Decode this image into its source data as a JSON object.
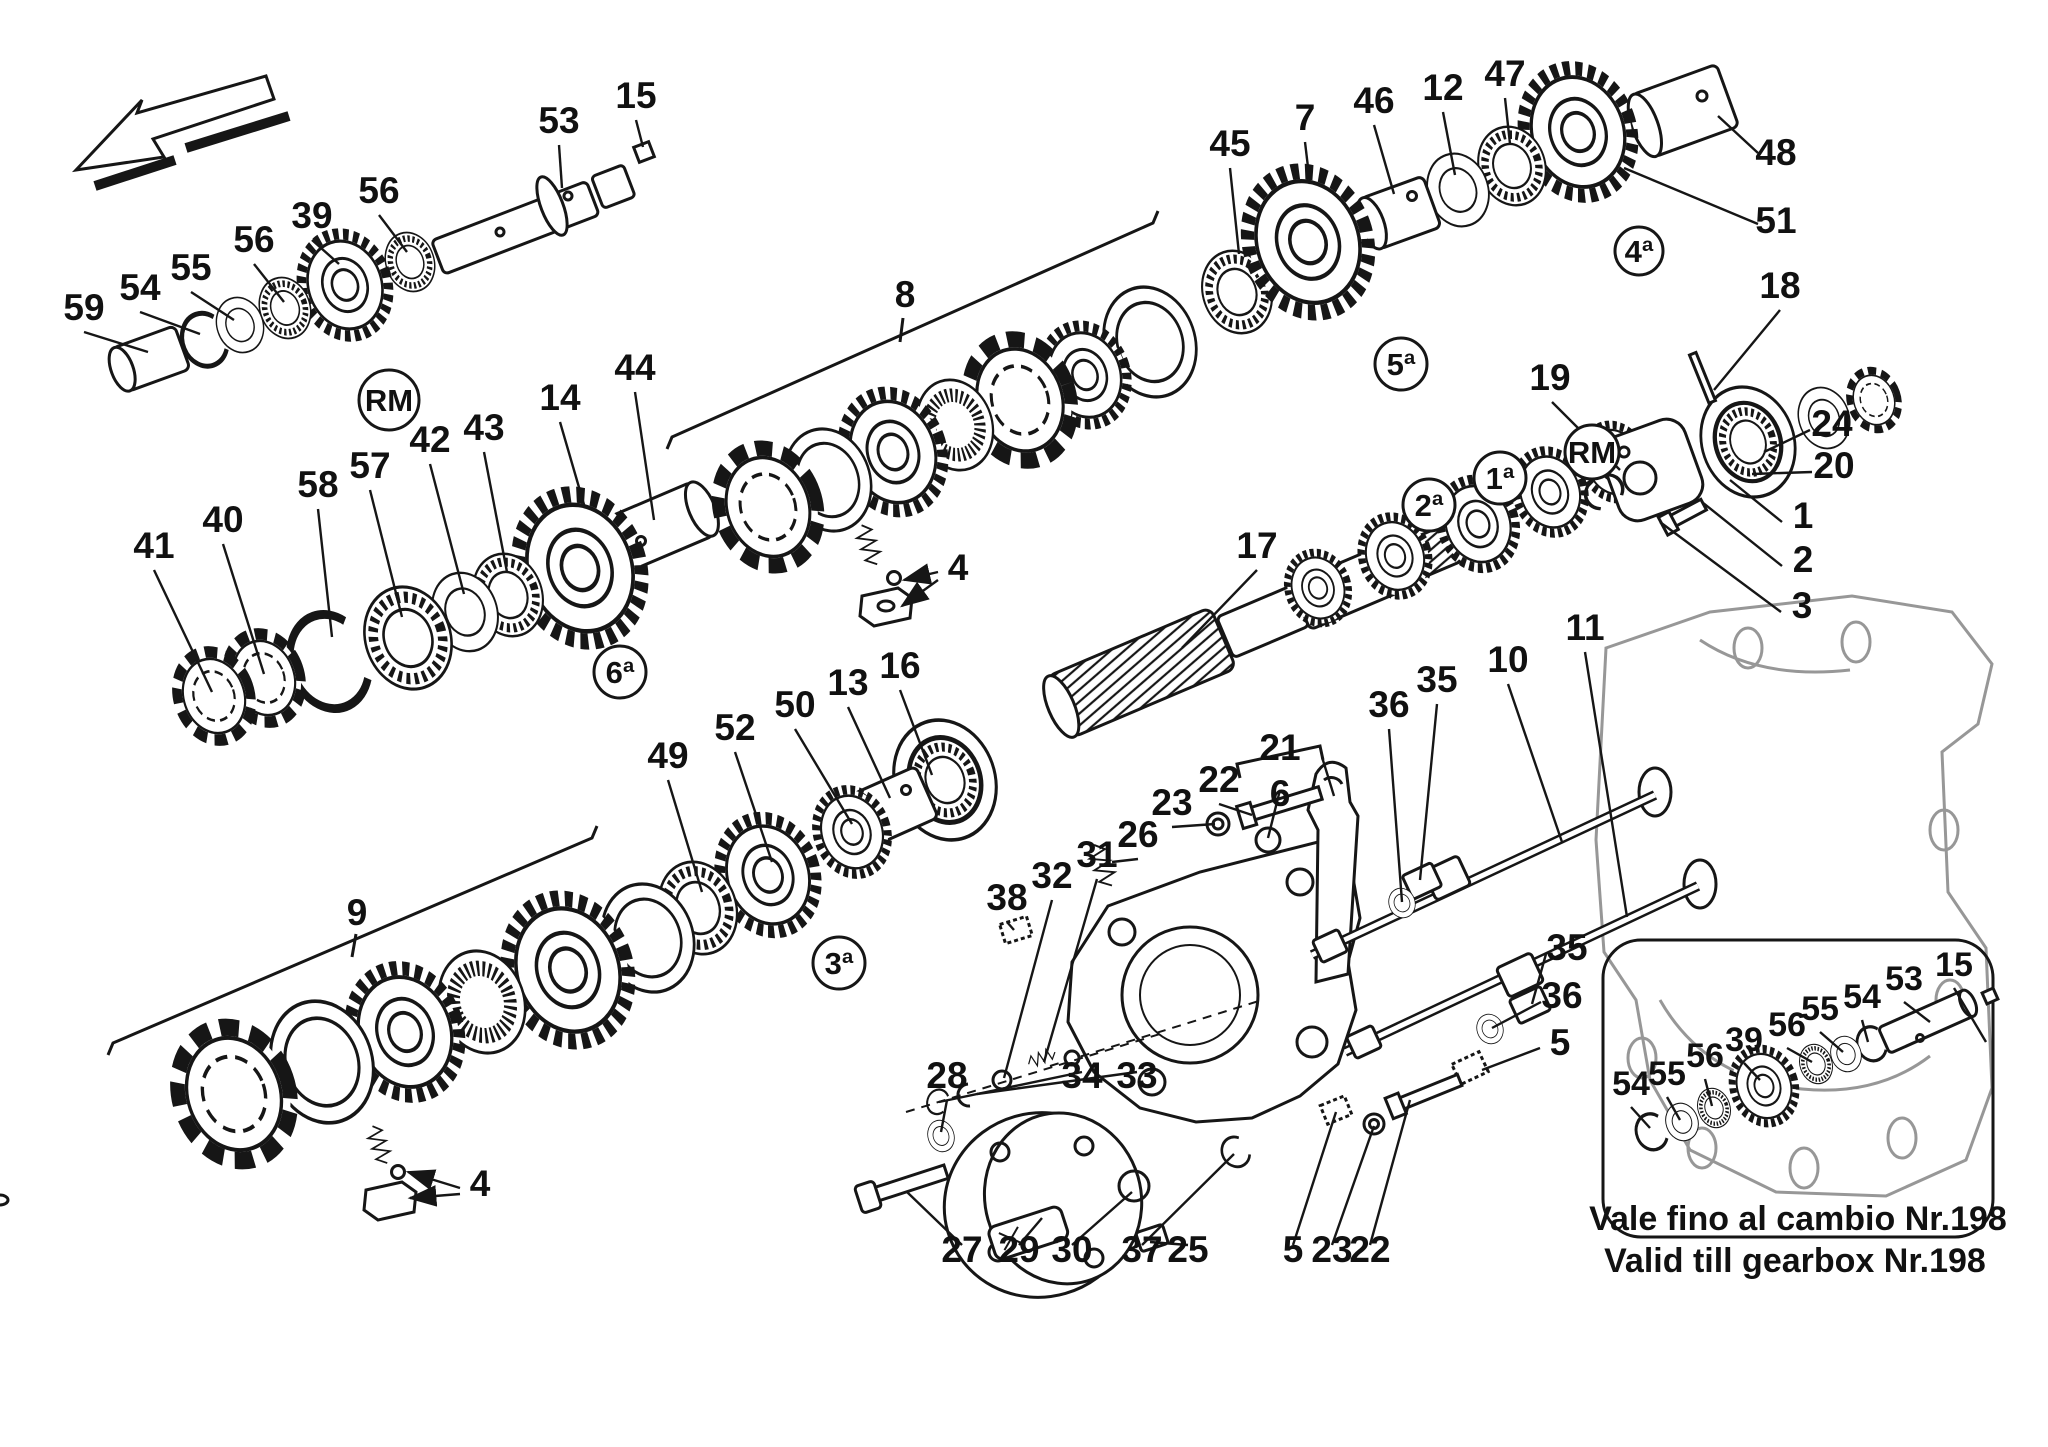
{
  "callouts": [
    "1",
    "2",
    "3",
    "4",
    "4",
    "5",
    "5",
    "6",
    "7",
    "8",
    "9",
    "10",
    "11",
    "12",
    "13",
    "14",
    "15",
    "16",
    "17",
    "18",
    "19",
    "20",
    "21",
    "22",
    "22",
    "23",
    "23",
    "24",
    "25",
    "26",
    "27",
    "28",
    "29",
    "30",
    "31",
    "32",
    "33",
    "34",
    "35",
    "35",
    "36",
    "36",
    "37",
    "38",
    "39",
    "40",
    "41",
    "42",
    "43",
    "44",
    "45",
    "46",
    "47",
    "48",
    "49",
    "50",
    "51",
    "52",
    "53",
    "54",
    "55",
    "56",
    "56",
    "57",
    "58",
    "59"
  ],
  "badges": [
    "RM",
    "RM",
    "1ª",
    "2ª",
    "3ª",
    "4ª",
    "5ª",
    "6ª"
  ],
  "inset": {
    "labels": [
      "54",
      "55",
      "56",
      "39",
      "56",
      "55",
      "54",
      "53",
      "15"
    ],
    "note_primary": "Vale fino al cambio Nr.198",
    "note_secondary": "Valid till gearbox Nr.198"
  }
}
